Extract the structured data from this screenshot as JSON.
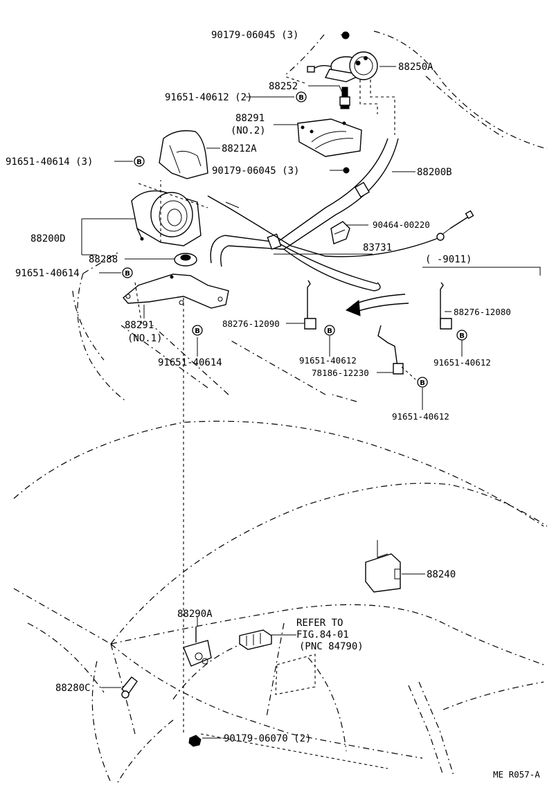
{
  "labels": {
    "p90179_06045_top": "90179-06045 (3)",
    "p88250A": "88250A",
    "p88252": "88252",
    "p91651_40612_2": "91651-40612 (2)",
    "p88291_a": "88291",
    "p88291_no2": "(NO.2)",
    "p88212A": "88212A",
    "p91651_40614_3": "91651-40614 (3)",
    "p90179_06045_mid": "90179-06045 (3)",
    "p88200B": "88200B",
    "p90464_00220": "90464-00220",
    "p88200D": "88200D",
    "p83731": "83731",
    "p88288": "88288",
    "p9011_range": "(    -9011)",
    "p91651_40614_left": "91651-40614",
    "p88276_12080": "88276-12080",
    "p88291_b": "88291",
    "p88291_no1": "(NO.1)",
    "p88276_12090": "88276-12090",
    "p91651_40614_bottom": "91651-40614",
    "p91651_40612_a": "91651-40612",
    "p91651_40612_b": "91651-40612",
    "p78186_12230": "78186-12230",
    "p91651_40612_c": "91651-40612",
    "p88240": "88240",
    "p88290A": "88290A",
    "refer_line1": "REFER TO",
    "refer_line2": "FIG.84-01",
    "refer_line3": "(PNC 84790)",
    "p88280C": "88280C",
    "p90179_06070": "90179-06070 (2)",
    "footer_code": "ME  R057-A"
  },
  "bolt_marker": "B",
  "icons": [
    "bolt-marker-icon",
    "nut-icon",
    "actuator-icon",
    "pump-icon",
    "bracket-icon",
    "cable-icon",
    "computer-icon",
    "connector-icon",
    "sensor-icon"
  ]
}
